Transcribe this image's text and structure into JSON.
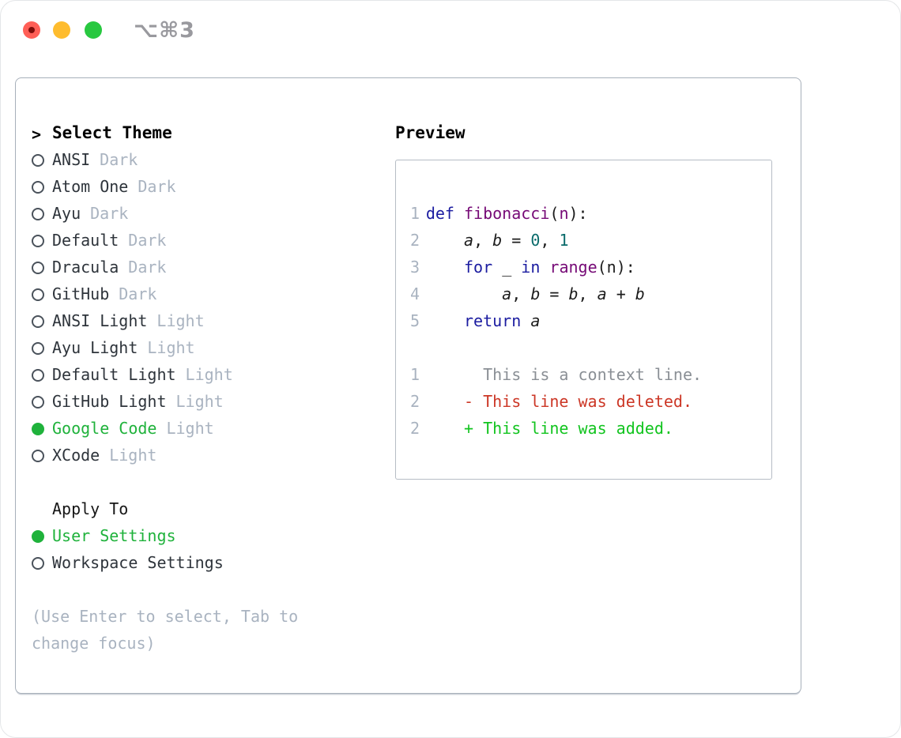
{
  "titlebar": {
    "title": "⌥⌘3"
  },
  "colors": {
    "accent-green": "#1fb23b",
    "box-border": "#a7b0ba",
    "preview-border": "#b6bdc5",
    "text-dark": "#2e343b",
    "muted": "#a9b3c0",
    "code": "#1c1c1c",
    "kw": "#1b1ca0",
    "fn": "#760a76",
    "numlit": "#0a6b6b",
    "ctx": "#8a8f95",
    "del": "#cc3726",
    "add": "#12c41f"
  },
  "theme_list": {
    "header_marker": ">",
    "header_label": "Select Theme",
    "items": [
      {
        "name": "ANSI",
        "variant": "Dark",
        "selected": false
      },
      {
        "name": "Atom One",
        "variant": "Dark",
        "selected": false
      },
      {
        "name": "Ayu",
        "variant": "Dark",
        "selected": false
      },
      {
        "name": "Default",
        "variant": "Dark",
        "selected": false
      },
      {
        "name": "Dracula",
        "variant": "Dark",
        "selected": false
      },
      {
        "name": "GitHub",
        "variant": "Dark",
        "selected": false
      },
      {
        "name": "ANSI Light",
        "variant": "Light",
        "selected": false
      },
      {
        "name": "Ayu Light",
        "variant": "Light",
        "selected": false
      },
      {
        "name": "Default Light",
        "variant": "Light",
        "selected": false
      },
      {
        "name": "GitHub Light",
        "variant": "Light",
        "selected": false
      },
      {
        "name": "Google Code",
        "variant": "Light",
        "selected": true
      },
      {
        "name": "XCode",
        "variant": "Light",
        "selected": false
      }
    ]
  },
  "apply_to": {
    "header": "Apply To",
    "options": [
      {
        "label": "User Settings",
        "selected": true
      },
      {
        "label": "Workspace Settings",
        "selected": false
      }
    ]
  },
  "help_text": "(Use Enter to select, Tab to change focus)",
  "preview": {
    "title": "Preview",
    "code_lines": [
      {
        "num": "1",
        "seg": [
          [
            "def",
            "kw"
          ],
          [
            " "
          ],
          [
            "fibonacci",
            "fn"
          ],
          [
            "("
          ],
          [
            "n",
            "fn"
          ],
          [
            "):"
          ]
        ]
      },
      {
        "num": "2",
        "seg": [
          [
            "    "
          ],
          [
            "a",
            "id"
          ],
          [
            ", "
          ],
          [
            "b",
            "id"
          ],
          [
            " = "
          ],
          [
            "0",
            "num"
          ],
          [
            ", "
          ],
          [
            "1",
            "num"
          ]
        ]
      },
      {
        "num": "3",
        "seg": [
          [
            "    "
          ],
          [
            "for",
            "kw"
          ],
          [
            " "
          ],
          [
            "_"
          ],
          [
            " "
          ],
          [
            "in",
            "kw"
          ],
          [
            " "
          ],
          [
            "range",
            "fn"
          ],
          [
            "(n):"
          ]
        ]
      },
      {
        "num": "4",
        "seg": [
          [
            "        "
          ],
          [
            "a",
            "id"
          ],
          [
            ", "
          ],
          [
            "b",
            "id"
          ],
          [
            " = "
          ],
          [
            "b",
            "id"
          ],
          [
            ", "
          ],
          [
            "a",
            "id"
          ],
          [
            " + "
          ],
          [
            "b",
            "id"
          ]
        ]
      },
      {
        "num": "5",
        "seg": [
          [
            "    "
          ],
          [
            "return",
            "kw"
          ],
          [
            " "
          ],
          [
            "a",
            "id"
          ]
        ]
      }
    ],
    "diff_lines": [
      {
        "num": "1",
        "seg": [
          [
            "      This is a context line.",
            "ctx"
          ]
        ]
      },
      {
        "num": "2",
        "seg": [
          [
            "    "
          ],
          [
            "- This line was deleted.",
            "del"
          ]
        ]
      },
      {
        "num": "2",
        "seg": [
          [
            "    "
          ],
          [
            "+ This line was added.",
            "add"
          ]
        ]
      }
    ]
  }
}
